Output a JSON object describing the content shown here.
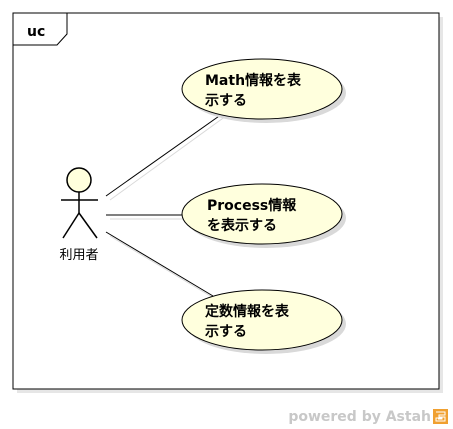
{
  "diagram": {
    "frame_label": "uc",
    "actor": {
      "name": "利用者"
    },
    "use_cases": [
      {
        "lines": [
          "Math情報を表",
          "示する"
        ]
      },
      {
        "lines": [
          "Process情報",
          "を表示する"
        ]
      },
      {
        "lines": [
          "定数情報を表",
          "示する"
        ]
      }
    ]
  },
  "footer": {
    "text": "powered by Astah"
  },
  "colors": {
    "usecase_fill": "#ffffdd",
    "actor_head_fill": "#ffffdd",
    "shadow": "#d9d9d9",
    "line": "#000000",
    "footer_text": "#c8c8c8",
    "logo": "#f0a030"
  }
}
